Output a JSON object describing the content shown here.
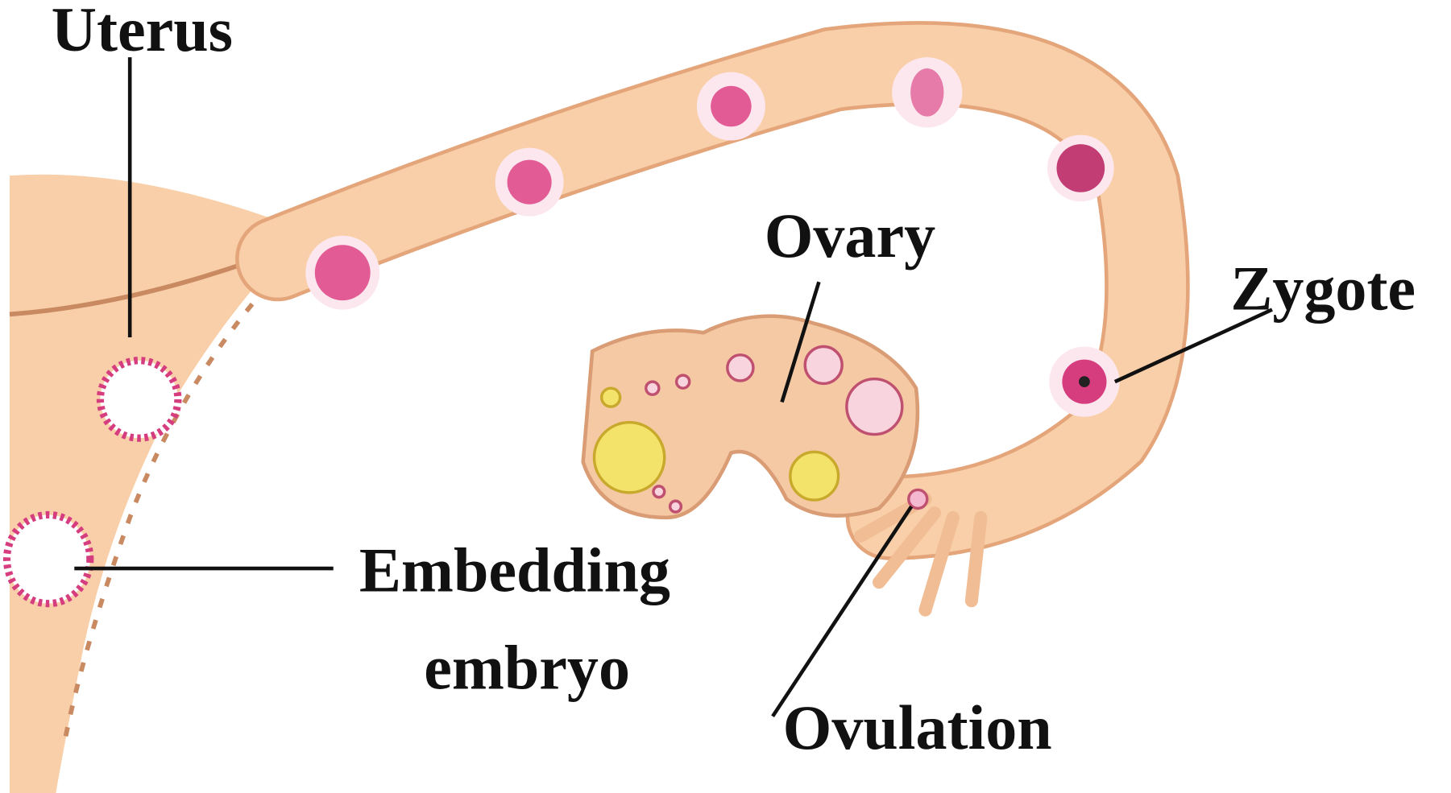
{
  "labels": {
    "uterus": "Uterus",
    "ovary": "Ovary",
    "zygote": "Zygote",
    "embedding_line1": "Embedding",
    "embedding_line2": "embryo",
    "ovulation": "Ovulation"
  },
  "colors": {
    "tissue": "#f8cfa8",
    "tissue_edge": "#e4a57a",
    "cell": "#d63d7f",
    "cell_light": "#f4b8d0",
    "corpus": "#f3e36a"
  }
}
